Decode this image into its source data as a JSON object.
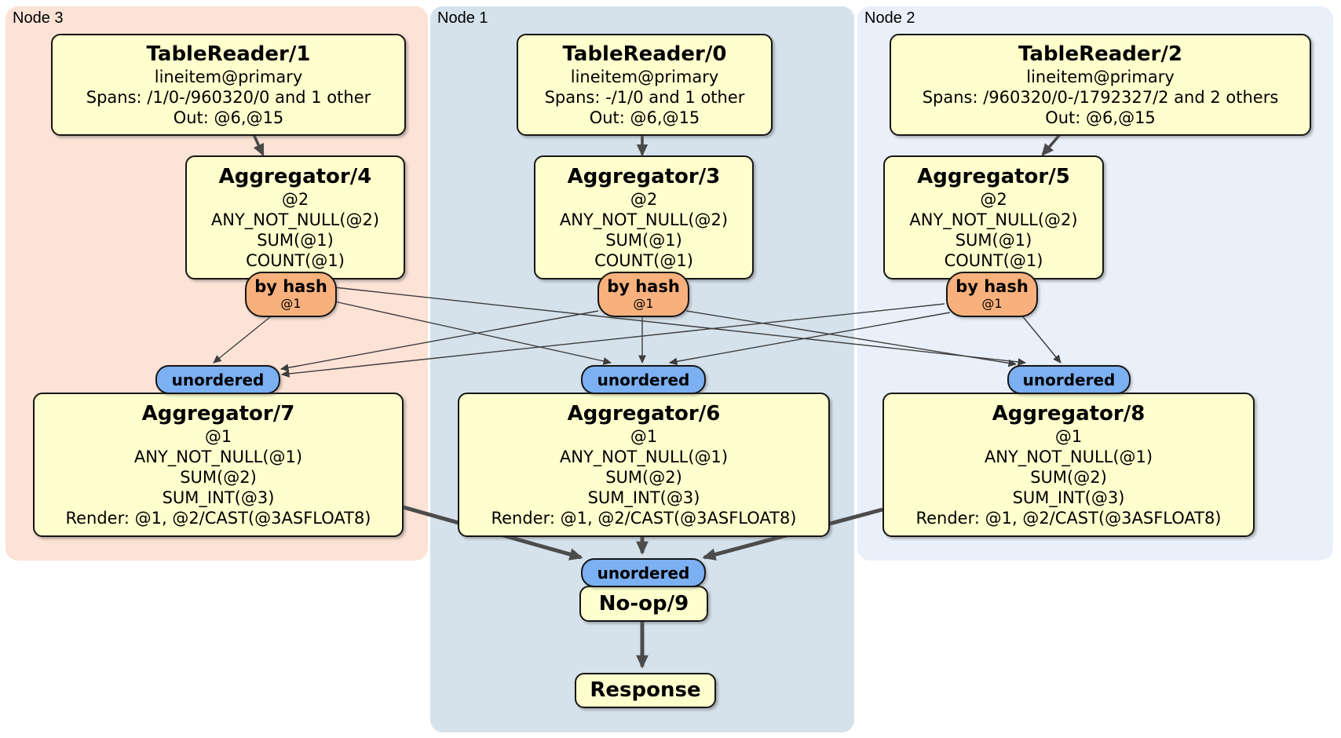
{
  "diagram": {
    "kind": "distsql-physical-plan",
    "colors": {
      "node3_bg": "#fce3d5",
      "node1_bg": "#d5e2ec",
      "node2_bg": "#eaf0fa",
      "processor_fill": "#ffffce",
      "router_fill": "#f8b17d",
      "sync_fill": "#7bb0f3",
      "edge": "#4a4a4a"
    }
  },
  "nodes": [
    {
      "label": "Node 3",
      "table_reader": {
        "title": "TableReader/1",
        "index": "lineitem@primary",
        "spans": "Spans: /1/0-/960320/0 and 1 other",
        "out": "Out: @6,@15"
      },
      "group_aggregator": {
        "title": "Aggregator/4",
        "lines": [
          "@2",
          "ANY_NOT_NULL(@2)",
          "SUM(@1)",
          "COUNT(@1)"
        ]
      },
      "router": {
        "label": "by hash",
        "detail": "@1"
      },
      "sync": {
        "label": "unordered"
      },
      "final_aggregator": {
        "title": "Aggregator/7",
        "lines": [
          "@1",
          "ANY_NOT_NULL(@1)",
          "SUM(@2)",
          "SUM_INT(@3)",
          "Render: @1, @2/CAST(@3ASFLOAT8)"
        ]
      }
    },
    {
      "label": "Node 1",
      "table_reader": {
        "title": "TableReader/0",
        "index": "lineitem@primary",
        "spans": "Spans: -/1/0 and 1 other",
        "out": "Out: @6,@15"
      },
      "group_aggregator": {
        "title": "Aggregator/3",
        "lines": [
          "@2",
          "ANY_NOT_NULL(@2)",
          "SUM(@1)",
          "COUNT(@1)"
        ]
      },
      "router": {
        "label": "by hash",
        "detail": "@1"
      },
      "sync": {
        "label": "unordered"
      },
      "final_aggregator": {
        "title": "Aggregator/6",
        "lines": [
          "@1",
          "ANY_NOT_NULL(@1)",
          "SUM(@2)",
          "SUM_INT(@3)",
          "Render: @1, @2/CAST(@3ASFLOAT8)"
        ]
      }
    },
    {
      "label": "Node 2",
      "table_reader": {
        "title": "TableReader/2",
        "index": "lineitem@primary",
        "spans": "Spans: /960320/0-/1792327/2 and 2 others",
        "out": "Out: @6,@15"
      },
      "group_aggregator": {
        "title": "Aggregator/5",
        "lines": [
          "@2",
          "ANY_NOT_NULL(@2)",
          "SUM(@1)",
          "COUNT(@1)"
        ]
      },
      "router": {
        "label": "by hash",
        "detail": "@1"
      },
      "sync": {
        "label": "unordered"
      },
      "final_aggregator": {
        "title": "Aggregator/8",
        "lines": [
          "@1",
          "ANY_NOT_NULL(@1)",
          "SUM(@2)",
          "SUM_INT(@3)",
          "Render: @1, @2/CAST(@3ASFLOAT8)"
        ]
      }
    }
  ],
  "output": {
    "sync": {
      "label": "unordered"
    },
    "noop": {
      "title": "No-op/9"
    },
    "response": {
      "title": "Response"
    }
  }
}
